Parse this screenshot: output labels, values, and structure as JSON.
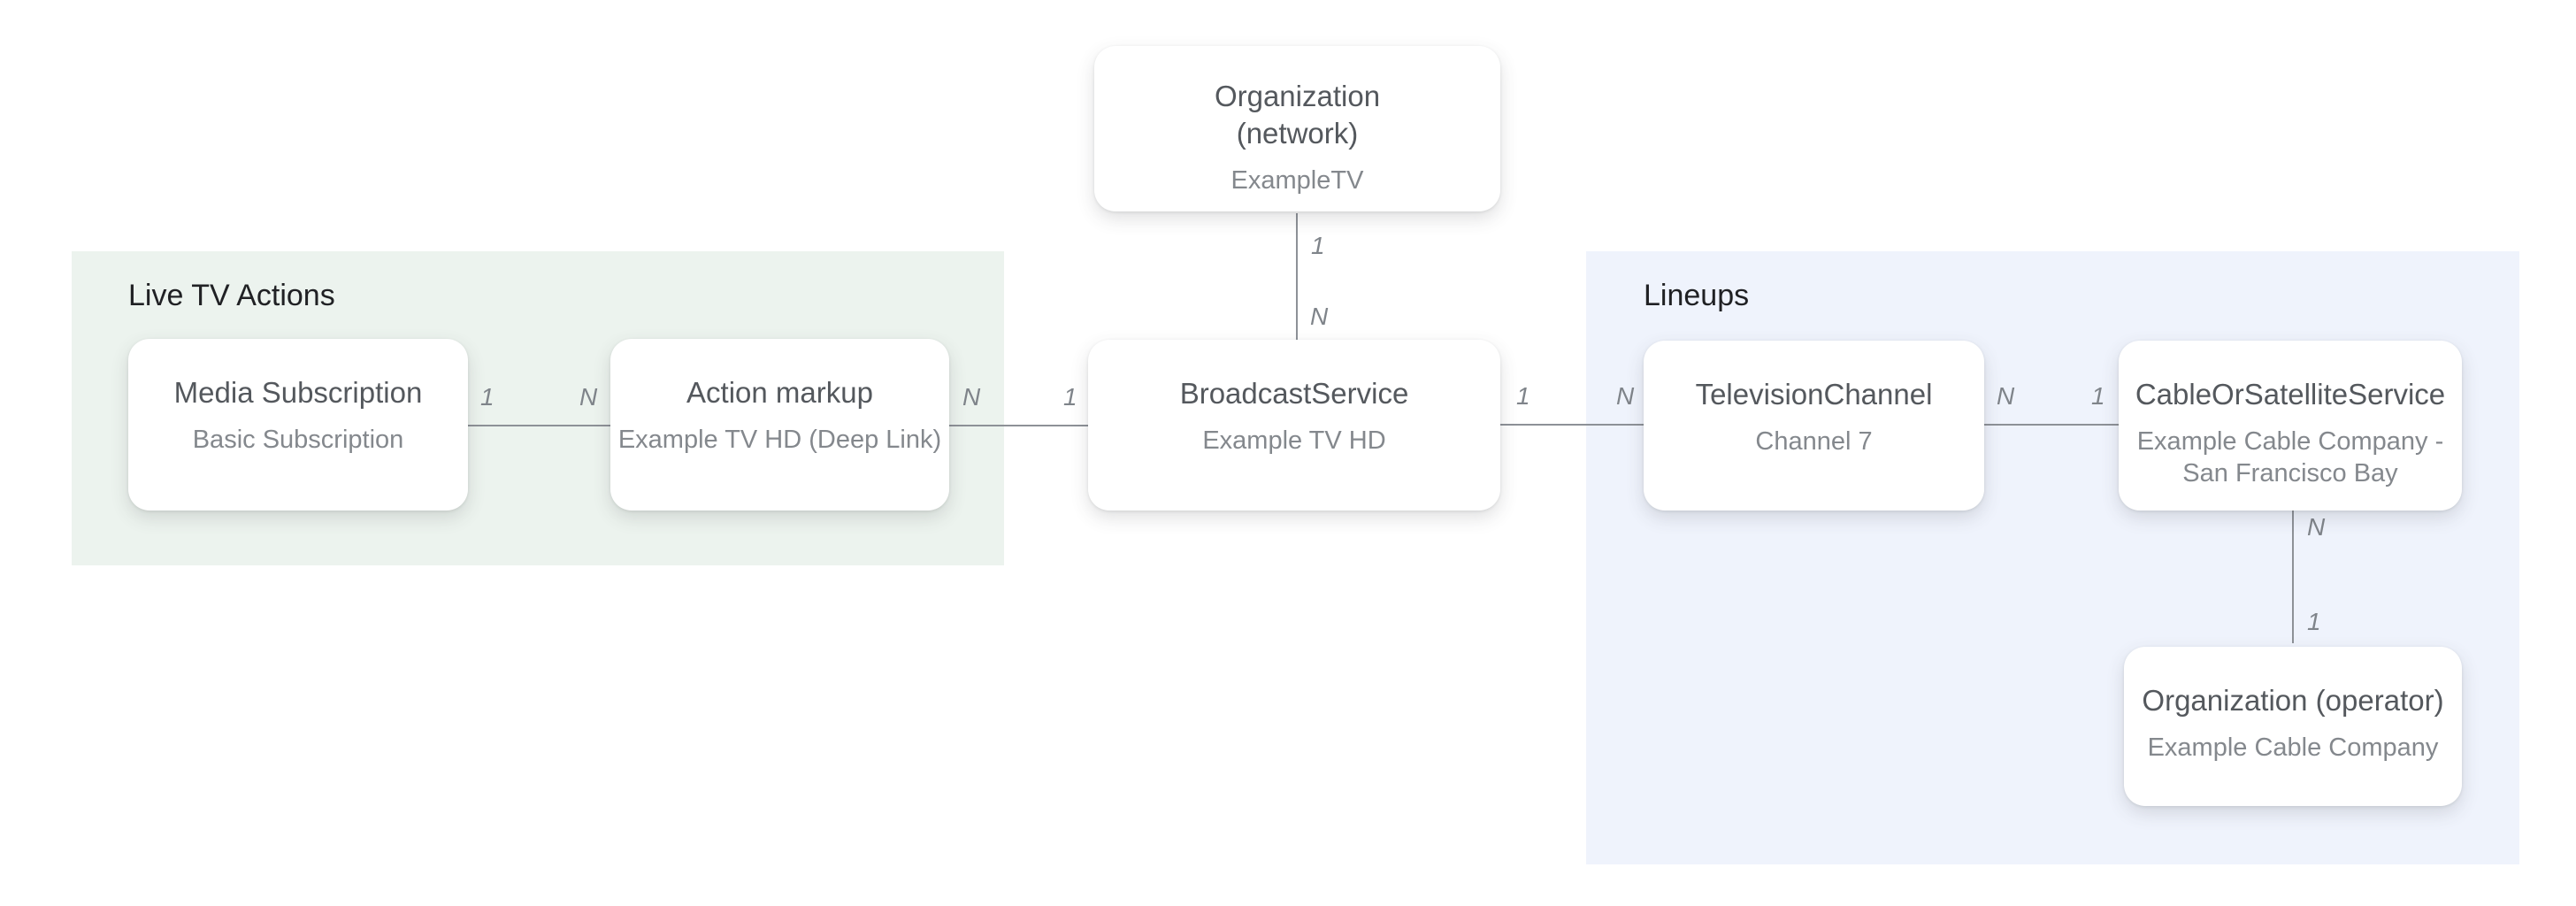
{
  "diagram": {
    "regions": {
      "live_tv_actions": {
        "title": "Live TV Actions"
      },
      "lineups": {
        "title": "Lineups"
      }
    },
    "nodes": {
      "organization_network": {
        "title": "Organization\n(network)",
        "subtitle": "ExampleTV"
      },
      "media_subscription": {
        "title": "Media Subscription",
        "subtitle": "Basic Subscription"
      },
      "action_markup": {
        "title": "Action markup",
        "subtitle": "Example TV HD (Deep Link)"
      },
      "broadcast_service": {
        "title": "BroadcastService",
        "subtitle": "Example TV HD"
      },
      "television_channel": {
        "title": "TelevisionChannel",
        "subtitle": "Channel 7"
      },
      "cable_or_satellite_service": {
        "title": "CableOrSatelliteService",
        "subtitle": "Example Cable Company -\nSan Francisco Bay"
      },
      "organization_operator": {
        "title": "Organization (operator)",
        "subtitle": "Example Cable Company"
      }
    },
    "edges": {
      "network_to_broadcast": {
        "from_label": "1",
        "to_label": "N"
      },
      "media_subscription_to_action_markup": {
        "from_label": "1",
        "to_label": "N"
      },
      "action_markup_to_broadcast": {
        "from_label": "N",
        "to_label": "1"
      },
      "broadcast_to_television_channel": {
        "from_label": "1",
        "to_label": "N"
      },
      "television_channel_to_cable": {
        "from_label": "N",
        "to_label": "1"
      },
      "cable_to_operator": {
        "from_label": "N",
        "to_label": "1"
      }
    },
    "colors": {
      "live_tv_actions_bg": "#ecf3ee",
      "lineups_bg": "#eff3fc",
      "card_bg": "#ffffff",
      "card_title": "#54585d",
      "card_subtitle": "#84888d",
      "section_title": "#202124",
      "connector": "#8d9197",
      "connector_label": "#7f848a"
    }
  }
}
